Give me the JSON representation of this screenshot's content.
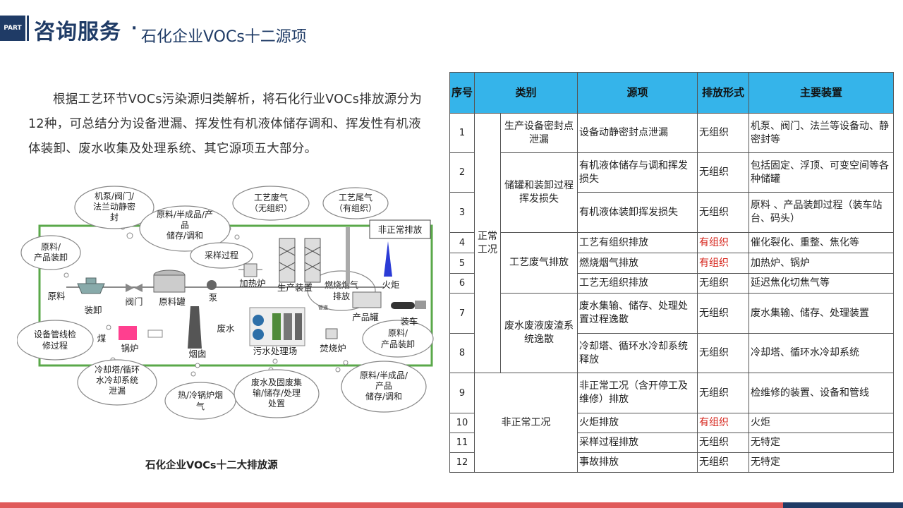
{
  "header": {
    "part": "PART",
    "title": "咨询服务",
    "dot": "·",
    "subtitle": "石化企业VOCs十二源项"
  },
  "intro": "根据工艺环节VOCs污染源归类解析，将石化行业VOCs排放源分为12种，可总结分为设备泄漏、挥发性有机液体储存调和、挥发性有机液体装卸、废水收集及处理系统、其它源项五大部分。",
  "diagram": {
    "caption": "石化企业VOCs十二大排放源",
    "clouds": {
      "c1": [
        "机泵/阀门/",
        "法兰动静密",
        "封"
      ],
      "c2": [
        "原料/半成品/产",
        "品",
        "储存/调和"
      ],
      "c3": [
        "工艺废气",
        "（无组织）"
      ],
      "c4": [
        "工艺尾气",
        "（有组织）"
      ],
      "c5": [
        "原料/",
        "产品装卸"
      ],
      "c6": [
        "采样过程"
      ],
      "c7": [
        "燃烧烟气",
        "排放"
      ],
      "c8": [
        "设备管线检",
        "修过程"
      ],
      "c9": [
        "原料/",
        "产品装卸"
      ],
      "c10": [
        "冷却塔/循环",
        "水冷却系统",
        "泄漏"
      ],
      "c11": [
        "热/冷锅炉烟",
        "气"
      ],
      "c12": [
        "废水及固废集",
        "输/储存/处理",
        "处置"
      ],
      "c13": [
        "原料/半成品/",
        "产品",
        "储存/调和"
      ]
    },
    "abnormal": "非正常排放",
    "labels": {
      "raw": "原料",
      "unload": "装卸",
      "valve": "阀门",
      "tank": "原料罐",
      "pump": "泵",
      "furnace": "加热炉",
      "unit": "生产装置",
      "flare": "火炬",
      "product_tank": "产品罐",
      "loading": "装车",
      "coal": "煤",
      "boiler": "锅炉",
      "chimney": "烟囱",
      "wastewater": "废水",
      "wwtp": "污水处理场",
      "incinerator": "焚烧炉",
      "pipe": "管道"
    }
  },
  "table": {
    "headers": [
      "序号",
      "类别",
      "源项",
      "排放形式",
      "主要装置"
    ],
    "group_normal": "正常工况",
    "group_abnormal": "非正常工况",
    "cats": {
      "cat1": "生产设备密封点泄漏",
      "cat2": "储罐和装卸过程挥发损失",
      "cat3": "工艺废气排放",
      "cat4": "废水废液废渣系统逸散"
    },
    "rows": [
      {
        "no": "1",
        "source": "设备动静密封点泄漏",
        "form": "无组织",
        "equip": "机泵、阀门、法兰等设备动、静密封等"
      },
      {
        "no": "2",
        "source": "有机液体储存与调和挥发损失",
        "form": "无组织",
        "equip": "包括固定、浮顶、可变空间等各种储罐"
      },
      {
        "no": "3",
        "source": "有机液体装卸挥发损失",
        "form": "无组织",
        "equip": "原料 、产品装卸过程（装车站台、码头）"
      },
      {
        "no": "4",
        "source": "工艺有组织排放",
        "form": "有组织",
        "equip": "催化裂化、重整、焦化等"
      },
      {
        "no": "5",
        "source": "燃烧烟气排放",
        "form": "有组织",
        "equip": "加热炉、锅炉"
      },
      {
        "no": "6",
        "source": "工艺无组织排放",
        "form": "无组织",
        "equip": "延迟焦化切焦气等"
      },
      {
        "no": "7",
        "source": "废水集输、储存、处理处置过程逸散",
        "form": "无组织",
        "equip": "废水集输、储存、处理装置"
      },
      {
        "no": "8",
        "source": "冷却塔、循环水冷却系统释放",
        "form": "无组织",
        "equip": "冷却塔、循环水冷却系统"
      },
      {
        "no": "9",
        "source": "非正常工况（含开停工及维修）排放",
        "form": "无组织",
        "equip": "检维修的装置、设备和管线"
      },
      {
        "no": "10",
        "source": "火炬排放",
        "form": "有组织",
        "equip": "火炬"
      },
      {
        "no": "11",
        "source": "采样过程排放",
        "form": "无组织",
        "equip": "无特定"
      },
      {
        "no": "12",
        "source": "事故排放",
        "form": "无组织",
        "equip": "无特定"
      }
    ]
  },
  "colors": {
    "brand": "#1f3b66",
    "table_header": "#35b4ea",
    "organized": "#d6241b",
    "frame": "#5aa84a",
    "bottom_bar": "#e05a5a"
  }
}
